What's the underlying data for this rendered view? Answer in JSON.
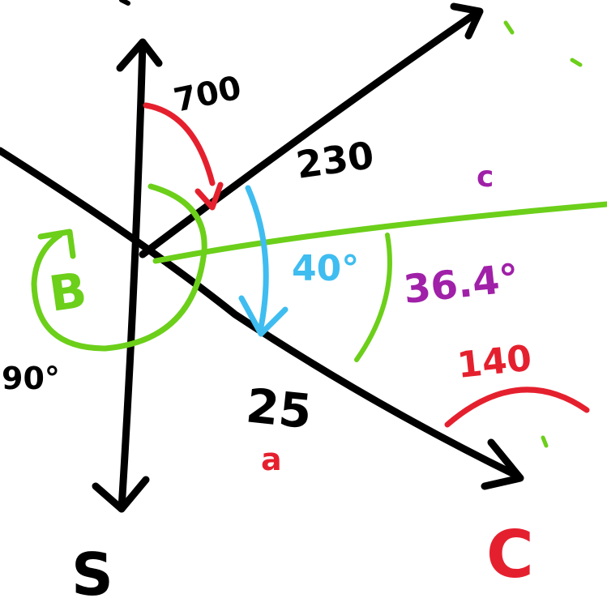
{
  "colors": {
    "background": "#ffffff",
    "ink": "#000000",
    "red": "#e5202e",
    "green": "#6ccf1a",
    "blue": "#3fbdf0",
    "purple": "#a020a8"
  },
  "labels": {
    "angle_700": "700",
    "length_230": "230",
    "label_c_purple": "c",
    "angle_40": "40°",
    "angle_36_4": "36.4°",
    "angle_140": "140",
    "angle_90": "90°",
    "length_25": "25",
    "label_a": "a",
    "label_s": "S",
    "label_c_red": "C",
    "label_b": "B"
  }
}
